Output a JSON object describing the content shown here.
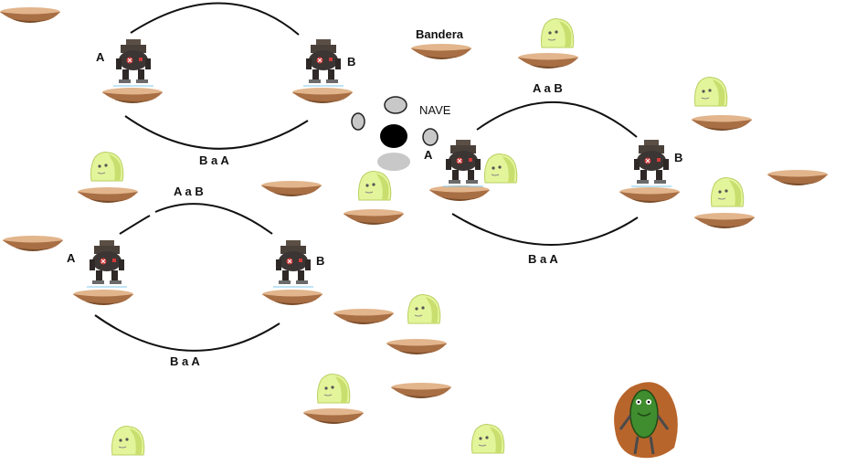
{
  "labels": {
    "bandera": "Bandera",
    "nave": "NAVE",
    "a": "A",
    "b": "B",
    "a_a_b": "A a B",
    "b_a_a": "B a A"
  },
  "colors": {
    "platform_top": "#b07448",
    "platform_bottom": "#7a4d2a",
    "platform_rim": "#e2b58c",
    "slime_body": "#e3f59a",
    "slime_shade": "#c8de6e",
    "robot_body": "#3b3533",
    "robot_detail": "#d23a3a",
    "player_green": "#3f8d2e",
    "player_glow": "#b8652c",
    "path_line": "#111111",
    "ship_oval": "#c8c8c8",
    "ship_core": "#000000"
  },
  "icons": {
    "platform": "floating-dirt-platform-icon",
    "slime": "yellow-slime-enemy-icon",
    "robot": "dark-robot-enemy-icon",
    "player": "green-pickle-player-icon",
    "ship": "ship-part-ovals-icon"
  }
}
